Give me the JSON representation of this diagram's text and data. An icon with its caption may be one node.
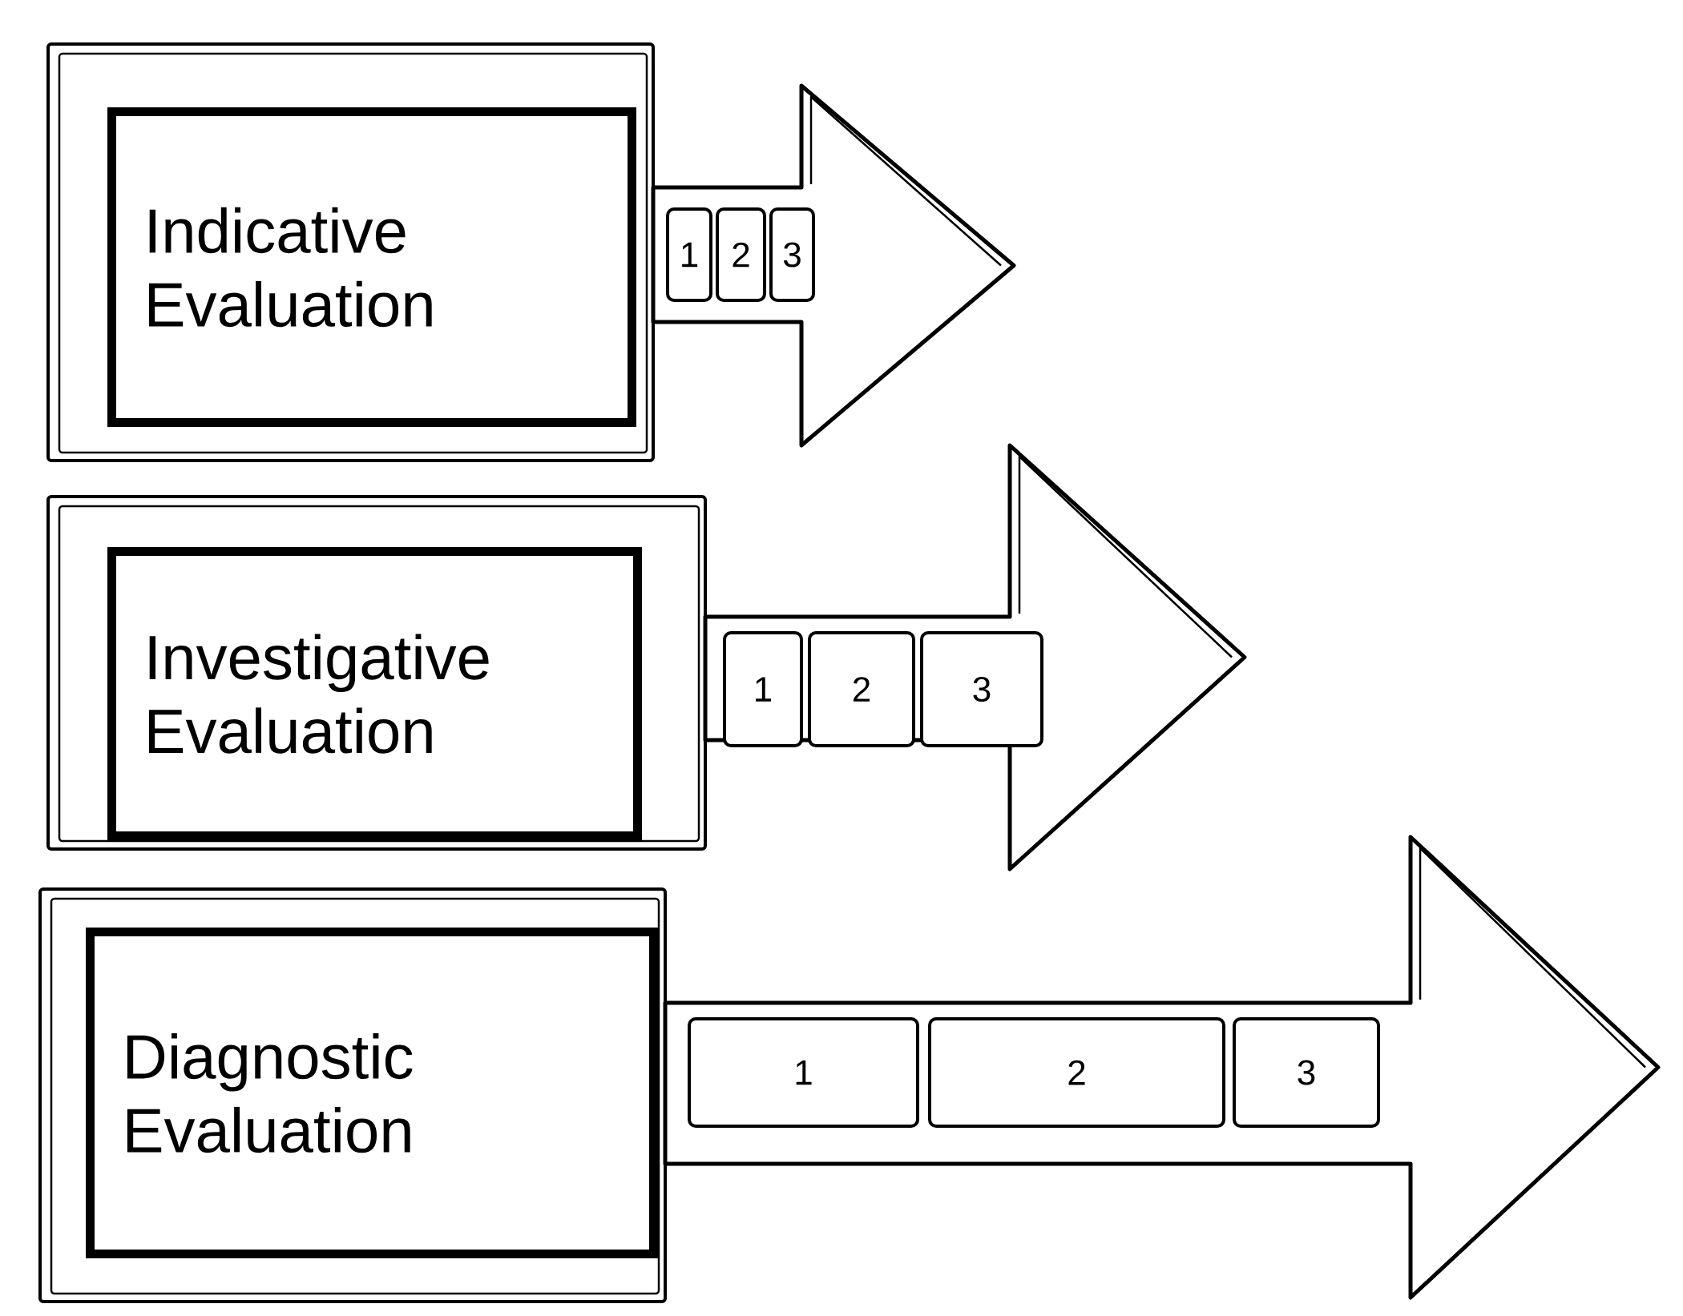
{
  "diagram": {
    "nodes": [
      {
        "text": [
          "Indicative Evaluation"
        ]
      },
      {
        "text": [],
        "shape": "arrow"
      },
      {
        "text": [
          "1"
        ],
        "in": 1
      },
      {
        "text": [
          "2"
        ],
        "in": 1
      },
      {
        "text": [
          "3"
        ],
        "in": 1
      },
      {
        "text": [
          "Investigative Evaluation"
        ]
      },
      {
        "text": [],
        "shape": "arrow"
      },
      {
        "text": [
          "1"
        ],
        "in": 6
      },
      {
        "text": [
          "2"
        ],
        "in": 6
      },
      {
        "text": [
          "3"
        ],
        "in": 6
      },
      {
        "text": [
          "Diagnostic Evaluation"
        ]
      },
      {
        "text": [],
        "shape": "arrow"
      },
      {
        "text": [
          "1"
        ],
        "in": 11
      },
      {
        "text": [
          "2"
        ],
        "in": 11
      },
      {
        "text": [
          "3"
        ],
        "in": 11
      }
    ]
  }
}
